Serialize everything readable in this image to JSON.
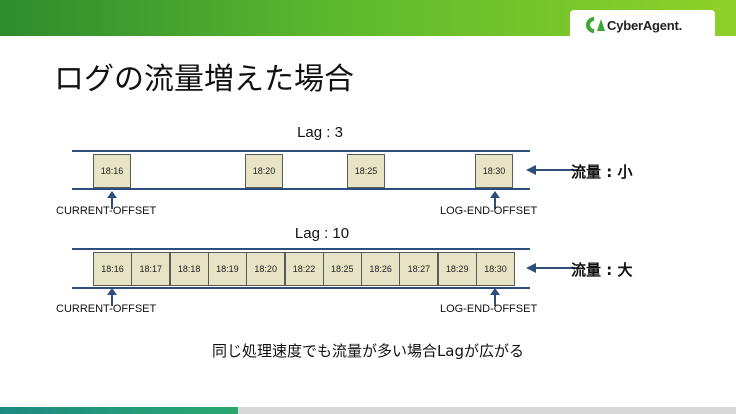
{
  "brand": {
    "logo_text": "CyberAgent."
  },
  "slide": {
    "title": "ログの流量増えた場合"
  },
  "diagram1": {
    "lag_label": "Lag : 3",
    "messages": [
      "18:16",
      "18:20",
      "18:25",
      "18:30"
    ],
    "left_offset_label": "CURRENT-OFFSET",
    "right_offset_label": "LOG-END-OFFSET",
    "flow_label": "流量 : 小"
  },
  "diagram2": {
    "lag_label": "Lag : 10",
    "messages": [
      "18:16",
      "18:17",
      "18:18",
      "18:19",
      "18:20",
      "18:22",
      "18:25",
      "18:26",
      "18:27",
      "18:29",
      "18:30"
    ],
    "left_offset_label": "CURRENT-OFFSET",
    "right_offset_label": "LOG-END-OFFSET",
    "flow_label": "流量 : 大"
  },
  "caption": "同じ処理速度でも流量が多い場合Lagが広がる",
  "colors": {
    "rail": "#2d4d7a",
    "box_fill": "#e7e3c5",
    "green": "#5cb82e"
  }
}
